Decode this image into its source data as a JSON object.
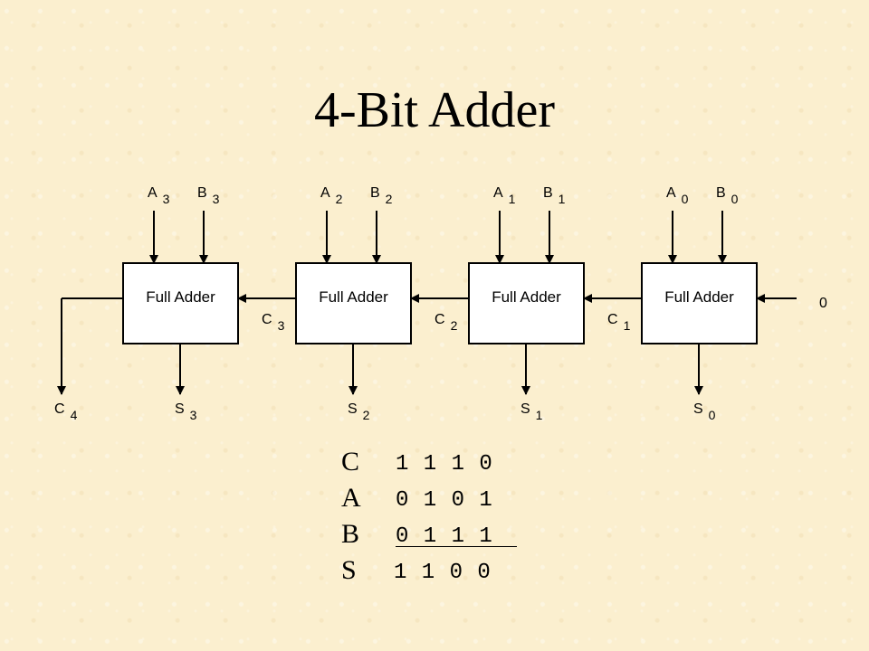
{
  "title": "4-Bit Adder",
  "adders": [
    {
      "label": "Full Adder",
      "a": "A",
      "a_sub": "3",
      "b": "B",
      "b_sub": "3",
      "s": "S",
      "s_sub": "3"
    },
    {
      "label": "Full Adder",
      "a": "A",
      "a_sub": "2",
      "b": "B",
      "b_sub": "2",
      "s": "S",
      "s_sub": "2"
    },
    {
      "label": "Full Adder",
      "a": "A",
      "a_sub": "1",
      "b": "B",
      "b_sub": "1",
      "s": "S",
      "s_sub": "1"
    },
    {
      "label": "Full Adder",
      "a": "A",
      "a_sub": "0",
      "b": "B",
      "b_sub": "0",
      "s": "S",
      "s_sub": "0"
    }
  ],
  "carries": [
    {
      "c": "C",
      "sub": "4"
    },
    {
      "c": "C",
      "sub": "3"
    },
    {
      "c": "C",
      "sub": "2"
    },
    {
      "c": "C",
      "sub": "1"
    }
  ],
  "carry_in": "0",
  "table": [
    {
      "label": "C",
      "bits": "1 1 1 0"
    },
    {
      "label": "A",
      "bits": "0 1 0 1"
    },
    {
      "label": "B",
      "bits": "0 1 1 1"
    },
    {
      "label": "S",
      "bits": "1 1 0 0"
    }
  ]
}
